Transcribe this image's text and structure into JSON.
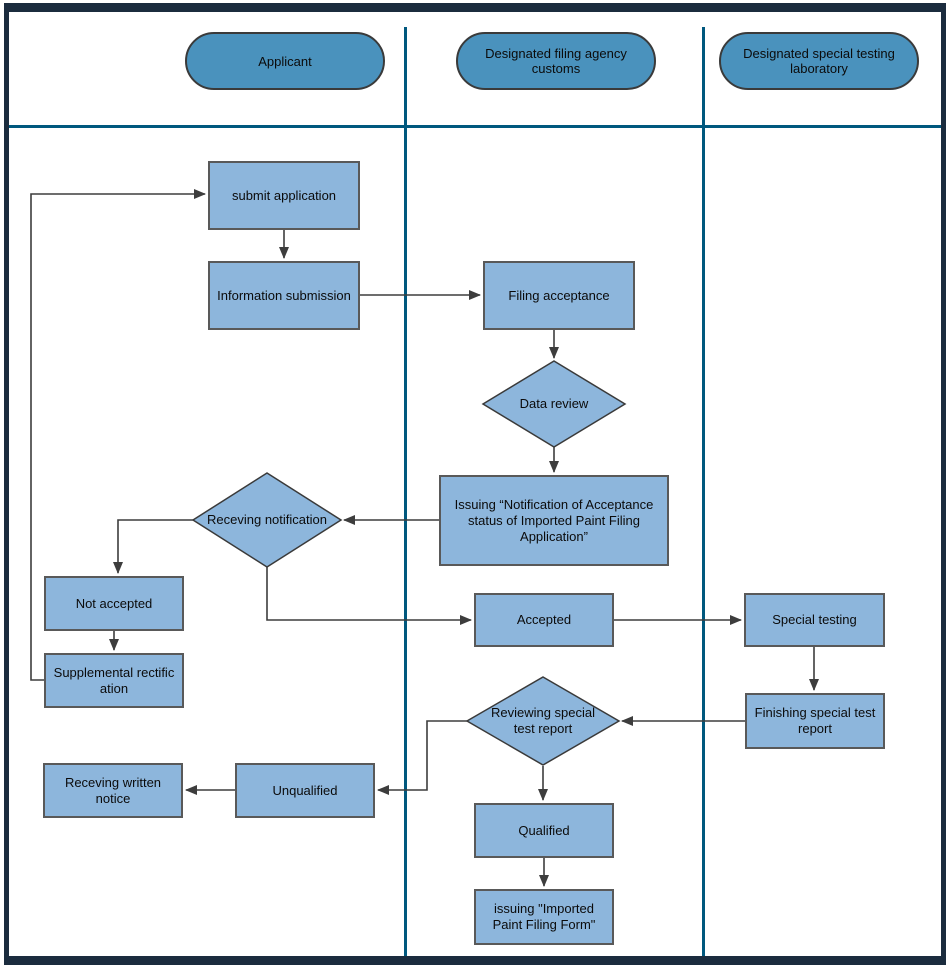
{
  "colors": {
    "frame": "#1b2c3e",
    "lane_line": "#00587e",
    "stadium_fill": "#4a92bd",
    "node_fill": "#8db6dc",
    "node_border": "#595959",
    "connector": "#3d3d3d",
    "text_color": "#0b0b0b"
  },
  "header": {
    "lanes": [
      {
        "label": "Applicant"
      },
      {
        "label": "Designated filing agency customs"
      },
      {
        "label": "Designated special testing laboratory"
      }
    ]
  },
  "nodes": {
    "submit_application": {
      "label": "submit application"
    },
    "information_submission": {
      "label": "Information submission"
    },
    "filing_acceptance": {
      "label": "Filing acceptance"
    },
    "data_review": {
      "label": "Data review"
    },
    "issuing_notification": {
      "label": "Issuing “Notification of Acceptance status of Imported Paint Filing Application”"
    },
    "receving_notification": {
      "label": "Receving notification"
    },
    "not_accepted": {
      "label": "Not accepted"
    },
    "supplemental_rectification": {
      "label": "Supplemental rectific\nation"
    },
    "accepted": {
      "label": "Accepted"
    },
    "special_testing": {
      "label": "Special testing"
    },
    "finishing_special_test_report": {
      "label": "Finishing special test report"
    },
    "reviewing_special_test_report": {
      "label": "Reviewing special test report"
    },
    "unqualified": {
      "label": "Unqualified"
    },
    "receving_written_notice": {
      "label": "Receving written notice"
    },
    "qualified": {
      "label": "Qualified"
    },
    "issuing_imported_paint_filing_form": {
      "label": "issuing \"Imported Paint Filing Form\""
    }
  }
}
